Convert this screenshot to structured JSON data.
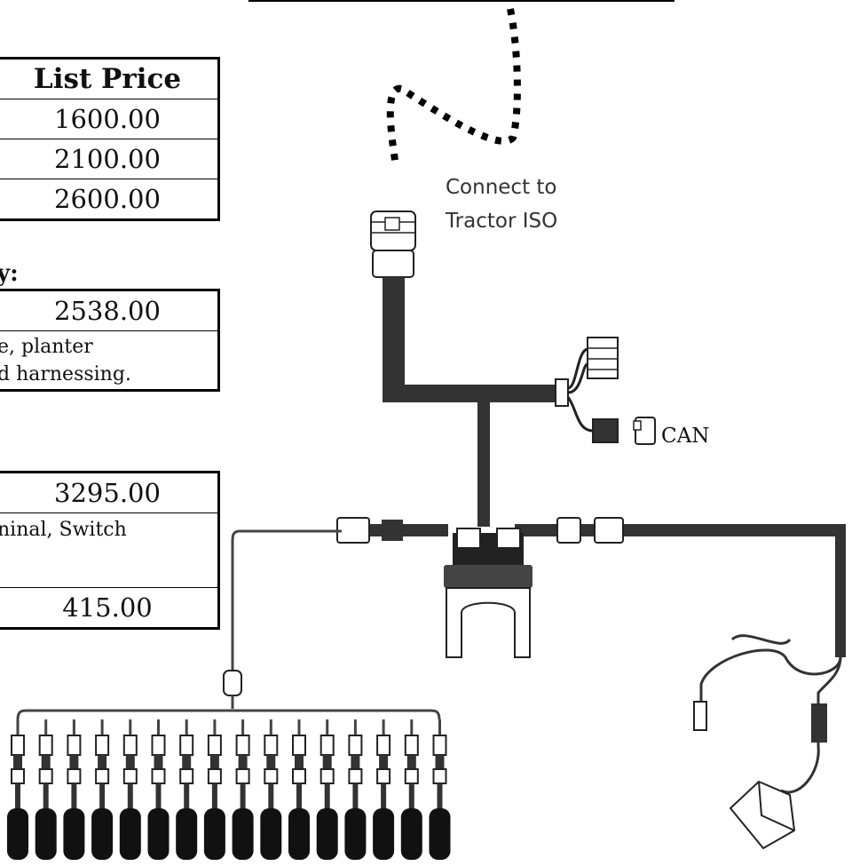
{
  "table1": {
    "header": "List Price",
    "rows": [
      "1600.00",
      "2100.00",
      "2600.00"
    ]
  },
  "section2": {
    "label_fragment": "y:",
    "price": "2538.00",
    "desc_line1": "e, planter",
    "desc_line2": "d harnessing."
  },
  "section3": {
    "price1": "3295.00",
    "desc_line1": "ninal, Switch",
    "price2": "415.00"
  },
  "diagram": {
    "connect_line1": "Connect to",
    "connect_line2": "Tractor ISO",
    "can_label": "CAN"
  }
}
